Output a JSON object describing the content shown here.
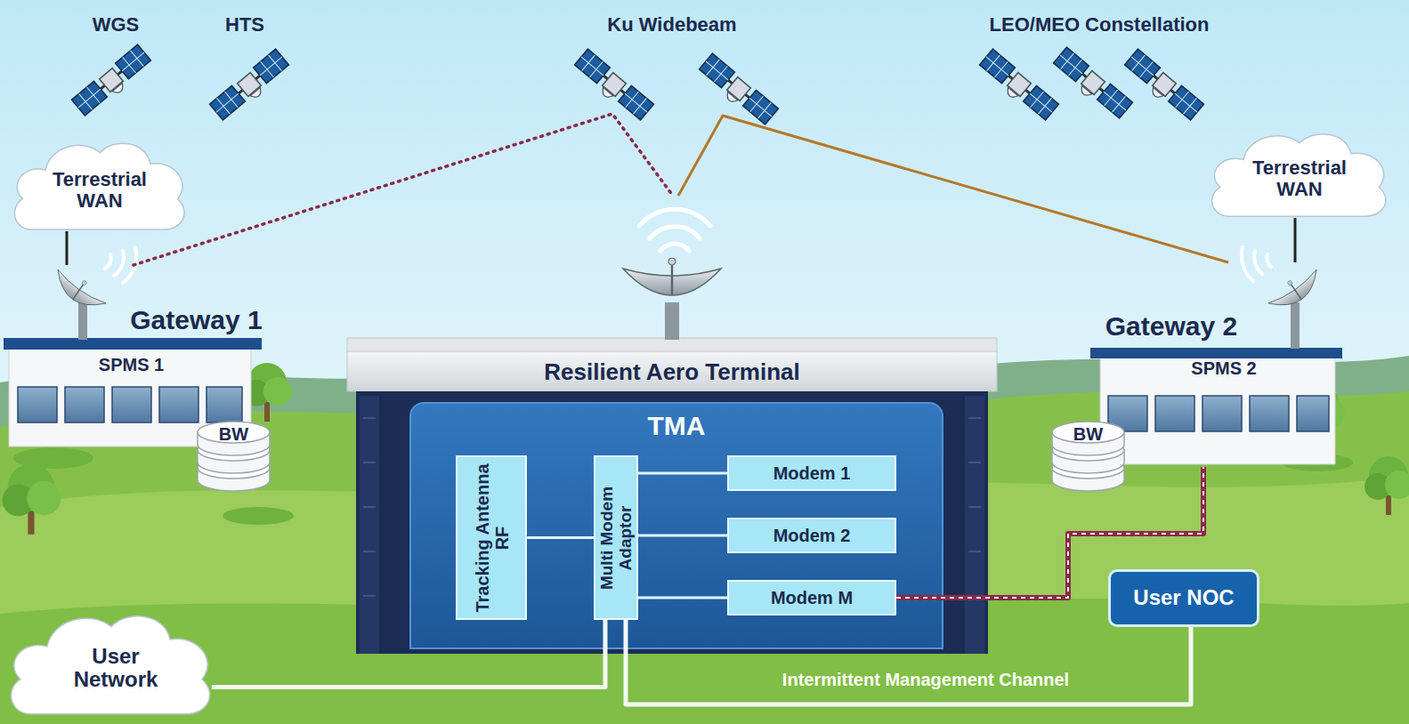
{
  "diagram": {
    "nodes": [
      {
        "text": [
          "Terrestrial WAN"
        ]
      },
      {
        "text": [
          "Gateway 1",
          "SPMS 1"
        ]
      },
      {
        "text": [
          "BW"
        ]
      },
      {
        "text": [
          "Terrestrial WAN"
        ]
      },
      {
        "text": [
          "Gateway 2",
          "SPMS 2"
        ]
      },
      {
        "text": [
          "BW"
        ]
      },
      {
        "text": [
          "Resilient Aero Terminal"
        ]
      },
      {
        "text": [
          "TMA"
        ],
        "in": 6
      },
      {
        "text": [
          "Tracking Antenna RF"
        ],
        "in": 7
      },
      {
        "text": [
          "Multi Modem Adaptor"
        ],
        "in": 7
      },
      {
        "text": [
          "Modem 1"
        ],
        "in": 7
      },
      {
        "text": [
          "Modem 2"
        ],
        "in": 7
      },
      {
        "text": [
          "Modem M"
        ],
        "in": 7
      },
      {
        "text": [
          "User Network"
        ]
      },
      {
        "text": [
          "User NOC"
        ]
      }
    ],
    "edges": [
      {
        "from": 0,
        "to": 1,
        "arrow": "none"
      },
      {
        "from": 3,
        "to": 4,
        "arrow": "none"
      },
      {
        "from": 1,
        "to": 6,
        "arrow": "none"
      },
      {
        "from": 4,
        "to": 6,
        "arrow": "none"
      },
      {
        "from": 8,
        "to": 9,
        "arrow": "none"
      },
      {
        "from": 9,
        "to": 10,
        "arrow": "none"
      },
      {
        "from": 9,
        "to": 11,
        "arrow": "none"
      },
      {
        "from": 9,
        "to": 12,
        "arrow": "none"
      },
      {
        "from": 12,
        "to": 4,
        "arrow": "none"
      },
      {
        "from": 9,
        "to": 13,
        "arrow": "none"
      },
      {
        "from": 9,
        "to": 14,
        "label": "Intermittent Management Channel",
        "arrow": "none"
      }
    ],
    "labels": [
      "WGS",
      "HTS",
      "Ku Widebeam",
      "LEO/MEO Constellation"
    ]
  }
}
